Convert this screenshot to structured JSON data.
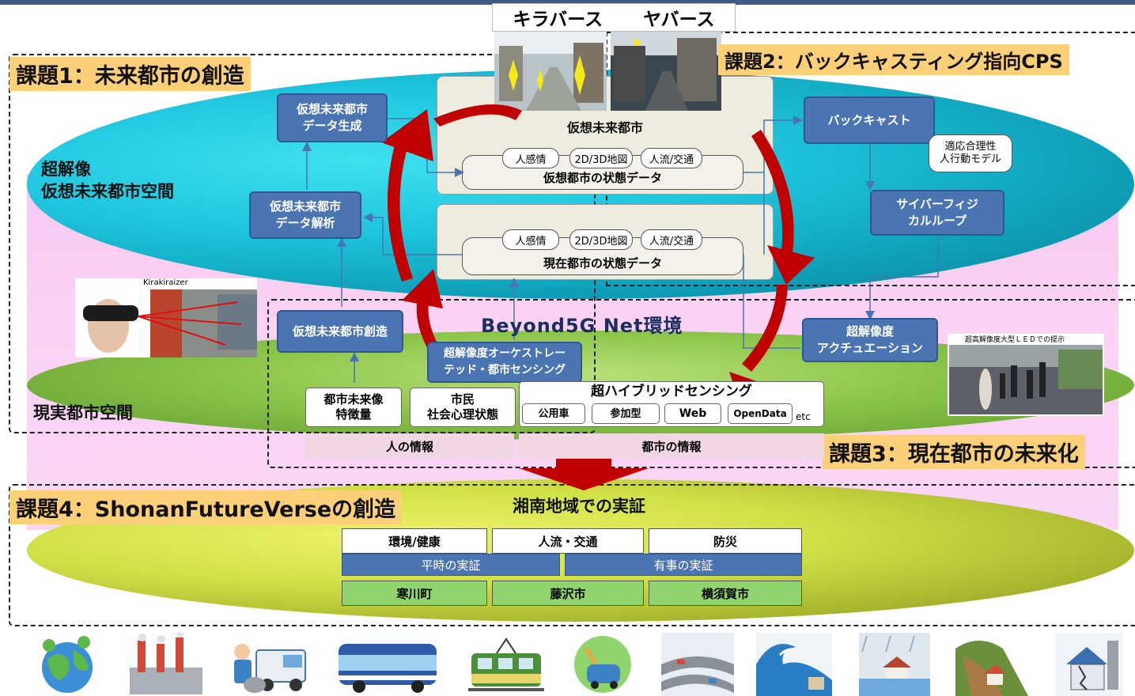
{
  "verses": {
    "left": "キラバース",
    "right": "ヤバース"
  },
  "tasks": {
    "t1": "課題1：未来都市の創造",
    "t2": "課題2：バックキャスティング指向CPS",
    "t3": "課題3：現在都市の未来化",
    "t4": "課題4：ShonanFutureVerseの創造"
  },
  "regions": {
    "virtual": "超解像\n仮想未来都市空間",
    "real": "現実都市空間",
    "net": "Beyond5G Net環境",
    "shonan": "湘南地域での実証"
  },
  "left_boxes": {
    "gen": "仮想未来都市\nデータ生成",
    "analysis": "仮想未来都市\nデータ解析",
    "create": "仮想未来都市創造"
  },
  "right_boxes": {
    "backcast": "バックキャスト",
    "model": "適応合理性\n人行動モデル",
    "cyber": "サイバーフィジ\nカルループ",
    "actuation": "超解像度\nアクチュエーション"
  },
  "virtual_city": {
    "title": "仮想未来都市",
    "items": [
      "人感情",
      "2D/3D地図",
      "人流/交通"
    ],
    "state": "仮想都市の状態データ"
  },
  "current_city": {
    "items": [
      "人感情",
      "2D/3D地図",
      "人流/交通"
    ],
    "state": "現在都市の状態データ"
  },
  "orchestration": "超解像度オーケストレー\nテッド・都市センシング",
  "sensing": {
    "features": "都市未来像\n特徴量",
    "citizens": "市民\n社会心理状態",
    "hybrid": "超ハイブリッドセンシング",
    "types": [
      "公用車",
      "参加型",
      "Web",
      "OpenData"
    ],
    "etc": "etc"
  },
  "info": {
    "people": "人の情報",
    "city": "都市の情報"
  },
  "photo_captions": {
    "kirakiraizer": "Kirakiraizer",
    "led": "超高解像度大型ＬＥＤでの提示"
  },
  "demo": {
    "categories": [
      "環境/健康",
      "人流・交通",
      "防災"
    ],
    "modes": [
      "平時の実証",
      "有事の実証"
    ],
    "cities": [
      "寒川町",
      "藤沢市",
      "横須賀市"
    ]
  },
  "bottom_icons": [
    "globe-icon",
    "factory-icon",
    "garbage-truck-icon",
    "bus-icon",
    "train-icon",
    "autonomous-car-icon",
    "highway-icon",
    "tsunami-icon",
    "flood-icon",
    "landslide-icon",
    "earthquake-icon"
  ],
  "colors": {
    "task_bg": "#fccf79",
    "box_blue": "#4b74b3",
    "arrow_red": "#c00000"
  }
}
